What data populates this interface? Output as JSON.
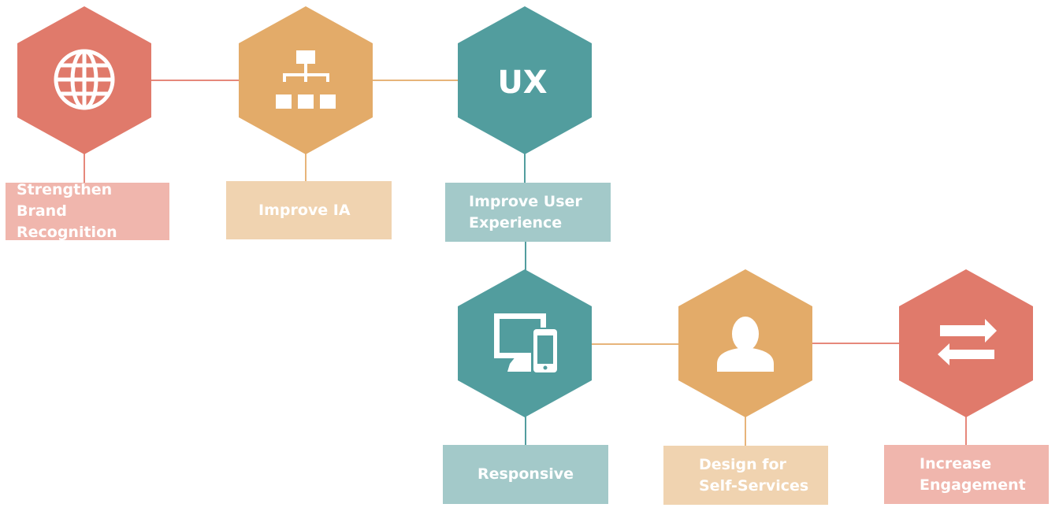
{
  "colors": {
    "red": "#e07a6b",
    "orange": "#e3ab69",
    "teal": "#529d9e",
    "red_light": "#f0b6ad",
    "orange_light": "#f0d3b0",
    "teal_light": "#a3c9c9",
    "connector_red": "#e6887b",
    "connector_orange": "#e7b47a",
    "connector_teal": "#529d9e"
  },
  "nodes": [
    {
      "id": "brand",
      "icon": "globe-icon",
      "label": "Strengthen Brand\nRecognition"
    },
    {
      "id": "ia",
      "icon": "sitemap-icon",
      "label": "Improve IA"
    },
    {
      "id": "ux",
      "icon": "ux-text",
      "icon_text": "UX",
      "label": "Improve User\nExperience"
    },
    {
      "id": "responsive",
      "icon": "devices-icon",
      "label": "Responsive"
    },
    {
      "id": "self_services",
      "icon": "user-icon",
      "label": "Design for\nSelf-Services"
    },
    {
      "id": "engagement",
      "icon": "swap-arrows-icon",
      "label": "Increase\nEngagement"
    }
  ]
}
